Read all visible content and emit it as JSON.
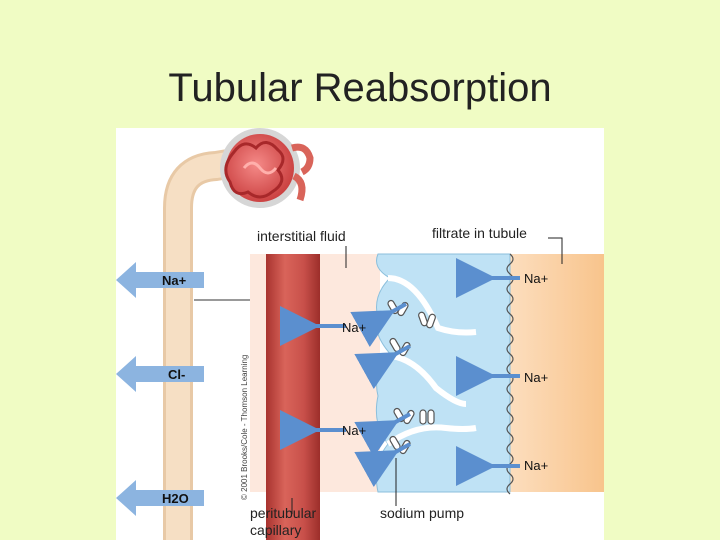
{
  "slide": {
    "title": "Tubular Reabsorption"
  },
  "diagram": {
    "labels": {
      "interstitial_fluid": "interstitial fluid",
      "filtrate_in_tubule": "filtrate in tubule",
      "peritubular_line1": "peritubular",
      "peritubular_line2": "capillary",
      "sodium_pump": "sodium pump",
      "credit": "© 2001 Brooks/Cole - Thomson Learning"
    },
    "ions": {
      "na_out_1": "Na+",
      "cl_out": "Cl-",
      "h2o_out": "H2O",
      "na_tubule_1": "Na+",
      "na_cell_1": "Na+",
      "na_tubule_2": "Na+",
      "na_cell_2": "Na+",
      "na_tubule_3": "Na+"
    },
    "colors": {
      "background": "#f0fcc4",
      "capillary": "#c8504a",
      "cells": "#bfe2f5",
      "filtrate": "#fbd3a8",
      "interstitial": "#fde8dd",
      "arrow": "#5b8fcf"
    }
  }
}
